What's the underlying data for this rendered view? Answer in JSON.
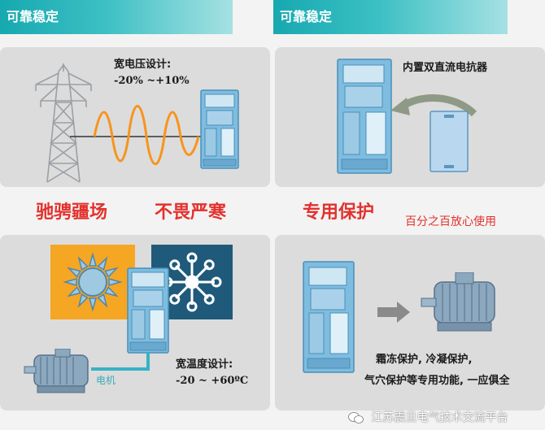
{
  "header_left": {
    "title": "可靠稳定"
  },
  "header_right": {
    "title": "可靠稳定"
  },
  "voltage": {
    "line1": "宽电压设计:",
    "line2": "-20% ~+10%"
  },
  "slogans": {
    "left1": "驰骋疆场",
    "left2": "不畏严寒",
    "right_main": "专用保护",
    "right_sub": "百分之百放心使用"
  },
  "reactor": {
    "label": "内置双直流电抗器"
  },
  "temperature": {
    "line1": "宽温度设计:",
    "line2": "-20 ~ +60ºC"
  },
  "motor": {
    "label": "电机"
  },
  "protection": {
    "line1": "霜冻保护, 冷凝保护,",
    "line2": "气穴保护等专用功能, 一应俱全"
  },
  "watermark": {
    "text": "江苏震旦电气技术交流平台"
  },
  "colors": {
    "teal": "#16a9b0",
    "red": "#e3312d",
    "drive_blue": "#6fb3d9",
    "sun_orange": "#f5a623",
    "snow_navy": "#1f5a7a",
    "wave_orange": "#f7941d"
  }
}
